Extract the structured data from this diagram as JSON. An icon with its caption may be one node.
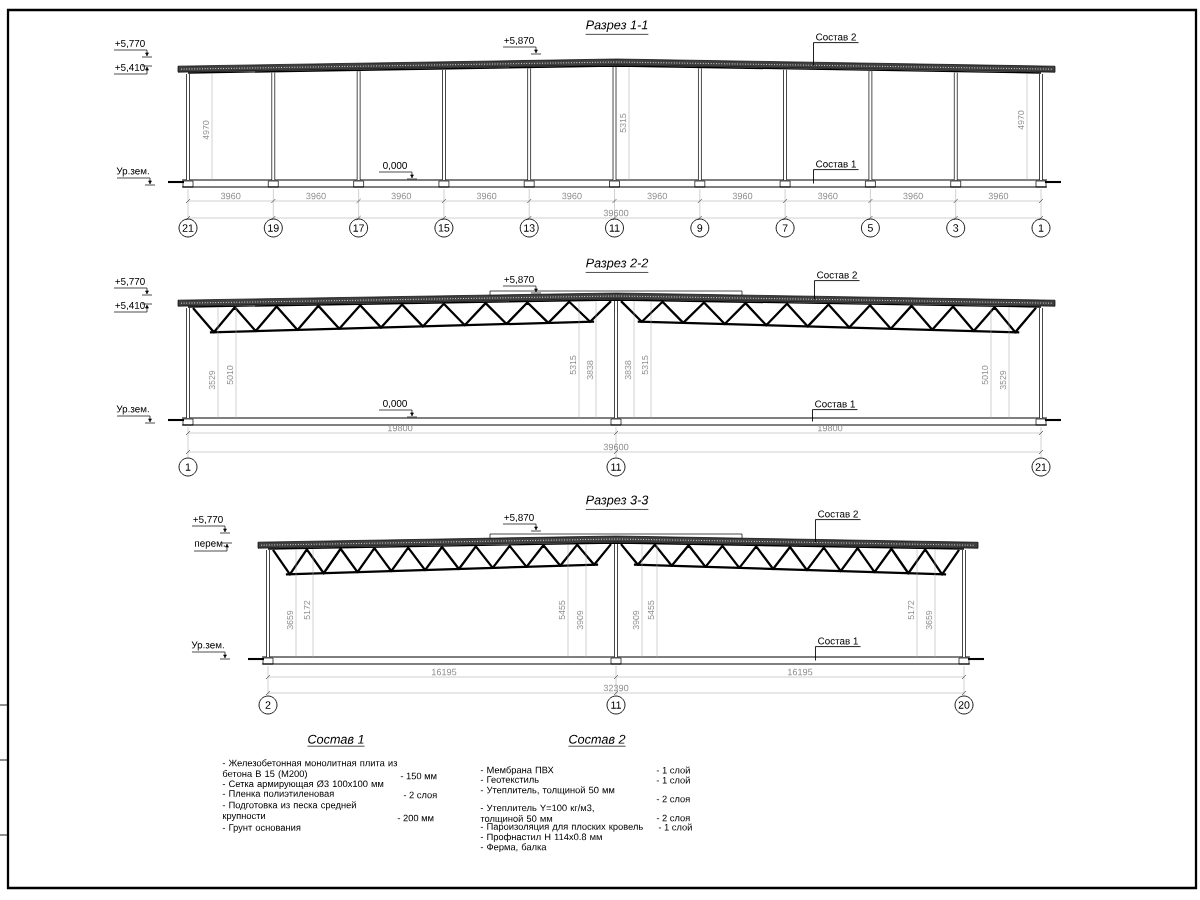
{
  "diagram": {
    "nodes": [
      {
        "text": [
          "Состав 2"
        ]
      },
      {
        "text": [
          "Состав 1"
        ]
      },
      {
        "text": [
          "21"
        ]
      },
      {
        "text": [
          "19"
        ]
      },
      {
        "text": [
          "17"
        ]
      },
      {
        "text": [
          "15"
        ]
      },
      {
        "text": [
          "13"
        ]
      },
      {
        "text": [
          "11"
        ]
      },
      {
        "text": [
          "9"
        ]
      },
      {
        "text": [
          "7"
        ]
      },
      {
        "text": [
          "5"
        ]
      },
      {
        "text": [
          "3"
        ]
      },
      {
        "text": [
          "1"
        ]
      },
      {
        "text": [
          "Состав 2"
        ]
      },
      {
        "text": [
          "Состав 1"
        ]
      },
      {
        "text": [
          "1"
        ]
      },
      {
        "text": [
          "11"
        ]
      },
      {
        "text": [
          "21"
        ]
      },
      {
        "text": [
          "Состав 2"
        ]
      },
      {
        "text": [
          "Состав 1"
        ]
      },
      {
        "text": [
          "2"
        ]
      },
      {
        "text": [
          "11"
        ]
      },
      {
        "text": [
          "20"
        ]
      },
      {
        "text": [],
        "shape": "bar"
      },
      {
        "text": [],
        "shape": "bar"
      },
      {
        "text": [],
        "shape": "bar"
      },
      {
        "text": [],
        "shape": "bar"
      },
      {
        "text": [],
        "shape": "bar"
      },
      {
        "text": [],
        "shape": "bar"
      }
    ],
    "edges": [
      {
        "from": 0,
        "to": 23,
        "arrow": "none"
      },
      {
        "from": 1,
        "to": 24,
        "arrow": "none"
      },
      {
        "from": 13,
        "to": 25,
        "arrow": "none"
      },
      {
        "from": 14,
        "to": 26,
        "arrow": "none"
      },
      {
        "from": 18,
        "to": 27,
        "arrow": "none"
      },
      {
        "from": 19,
        "to": 28,
        "arrow": "none"
      }
    ],
    "labels": [
      "Разрез 1-1",
      "+5,770",
      "+5,410",
      "+5,870",
      "4970",
      "5315",
      "4970",
      "Ур.зем.",
      "0,000",
      "3960",
      "3960",
      "3960",
      "3960",
      "3960",
      "3960",
      "3960",
      "3960",
      "3960",
      "3960",
      "39600",
      "Разрез 2-2",
      "+5,770",
      "+5,410",
      "+5,870",
      "3529",
      "5010",
      "5315",
      "3838",
      "3838",
      "5315",
      "5010",
      "3529",
      "Ур.зем.",
      "0,000",
      "19800",
      "19800",
      "39600",
      "Разрез 3-3",
      "+5,770",
      "перем.",
      "+5,870",
      "3659",
      "5172",
      "5455",
      "3909",
      "3909",
      "5455",
      "5172",
      "3659",
      "Ур.зем.",
      "16195",
      "16195",
      "32390",
      "Состав 1",
      "Состав 2",
      "- Железобетонная  монолитная плита из бетона В 15 (М200)",
      "- 150 мм",
      "- Сетка армирующая Ø3 100х100 мм",
      "- Пленка полиэтиленовая",
      "- 2 слоя",
      "- Подготовка из песка средней крупности",
      "- 200 мм",
      "- Грунт основания",
      "- Мембрана ПВХ",
      "- 1 слой",
      "- Геотекстиль",
      "- 1 слой",
      "- Утеплитель, толщиной 50 мм",
      "- 2 слоя",
      "- Утеплитель Y=100 кг/м3, толщиной 50 мм",
      "- 2 слоя",
      "- Пароизоляция для плоских кровель",
      "- 1 слой",
      "- Профнастил Н 114х0.8 мм",
      "- Ферма, балка"
    ]
  }
}
